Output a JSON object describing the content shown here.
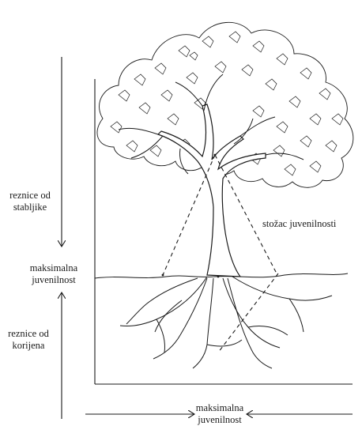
{
  "labels": {
    "stem_cuttings_line1": "reznice od",
    "stem_cuttings_line2": "stabljike",
    "max_juvenility_line1": "maksimalna",
    "max_juvenility_line2": "juvenilnost",
    "root_cuttings_line1": "reznice od",
    "root_cuttings_line2": "korijena",
    "juvenility_cone": "stožac juvenilnosti",
    "bottom_max_juvenility_line1": "maksimalna",
    "bottom_max_juvenility_line2": "juvenilnost"
  },
  "colors": {
    "ink": "#1a1a1a",
    "background": "#ffffff"
  }
}
